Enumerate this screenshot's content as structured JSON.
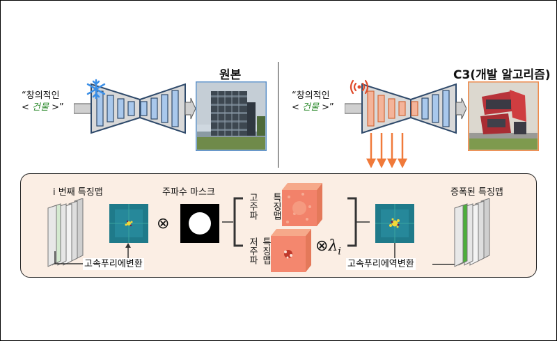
{
  "top_left": {
    "prompt_line1": "“창의적인",
    "prompt_line2_open": "< ",
    "prompt_keyword": "건물",
    "prompt_line2_close": " >”",
    "output_label": "원본",
    "status_icon": "snowflake-icon"
  },
  "top_right": {
    "prompt_line1": "“창의적인",
    "prompt_line2_open": "< ",
    "prompt_keyword": "건물",
    "prompt_line2_close": " >”",
    "output_label": "C3(개발 알고리즘)",
    "status_icon": "signal-waves-icon"
  },
  "bottom_panel": {
    "feature_map_label": "i 번째 특징맵",
    "fft_label": "고속푸리에변환",
    "mask_label": "주파수 마스크",
    "high_freq_label_1": "고주파",
    "high_freq_label_2": "특징맵",
    "low_freq_label_1": "저주파",
    "low_freq_label_2": "특징맵",
    "otimes_1": "⊗",
    "otimes_lambda": "⊗",
    "lambda": "λ",
    "lambda_sub": "i",
    "ifft_label": "고속푸리에역변환",
    "amplified_label": "증폭된 특징맵"
  },
  "colors": {
    "frozen_bars": "#a9c8ec",
    "active_bars": "#f4b49a",
    "arrow_orange": "#f07a3a",
    "panel_bg": "#fbeee4",
    "unet_fill": "#d9d9d9",
    "unet_border": "#2f4a6b"
  }
}
